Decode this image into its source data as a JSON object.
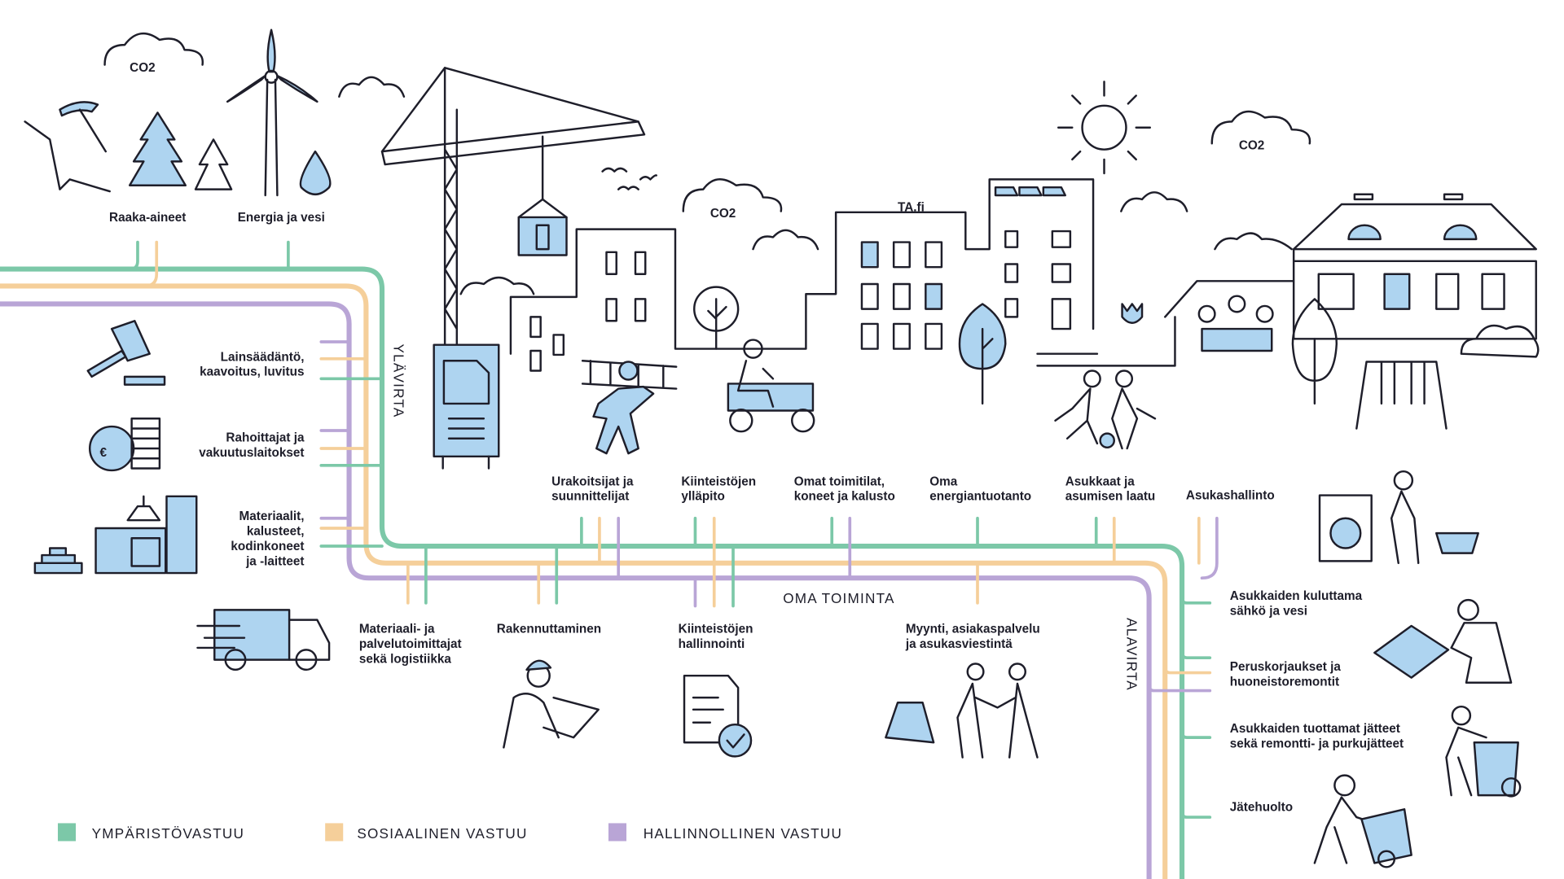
{
  "colors": {
    "environment": "#7cc8a8",
    "social": "#f5cf9a",
    "governance": "#b9a5d6",
    "icon_fill": "#aed4f0",
    "ink": "#1e1e2a"
  },
  "top": {
    "co2": "CO2",
    "raw": "Raaka-aineet",
    "energy": "Energia ja vesi",
    "brand": "TA.fi"
  },
  "left": [
    [
      "Lainsäädäntö,",
      "kaavoitus, luvitus"
    ],
    [
      "Rahoittajat ja",
      "vakuutuslaitokset"
    ],
    [
      "Materiaalit,",
      "kalusteet,",
      "kodinkoneet",
      "ja -laitteet"
    ]
  ],
  "flow": {
    "upstream": "YLÄVIRTA",
    "own": "OMA TOIMINTA",
    "downstream": "ALAVIRTA"
  },
  "upper": [
    [
      "Urakoitsijat ja",
      "suunnittelijat"
    ],
    [
      "Kiinteistöjen",
      "ylläpito"
    ],
    [
      "Omat toimitilat,",
      "koneet ja kalusto"
    ],
    [
      "Oma",
      "energiantuotanto"
    ],
    [
      "Asukkaat ja",
      "asumisen laatu"
    ],
    [
      "Asukashallinto"
    ]
  ],
  "lower": [
    [
      "Materiaali- ja",
      "palvelutoimittajat",
      "sekä logistiikka"
    ],
    [
      "Rakennuttaminen"
    ],
    [
      "Kiinteistöjen",
      "hallinnointi"
    ],
    [
      "Myynti, asiakaspalvelu",
      "ja asukasviestintä"
    ]
  ],
  "right": [
    [
      "Asukkaiden kuluttama",
      "sähkö ja vesi"
    ],
    [
      "Peruskorjaukset ja",
      "huoneistoremontit"
    ],
    [
      "Asukkaiden tuottamat jätteet",
      "sekä remontti- ja purkujätteet"
    ],
    [
      "Jätehuolto"
    ]
  ],
  "legend": [
    "YMPÄRISTÖVASTUU",
    "SOSIAALINEN VASTUU",
    "HALLINNOLLINEN VASTUU"
  ]
}
